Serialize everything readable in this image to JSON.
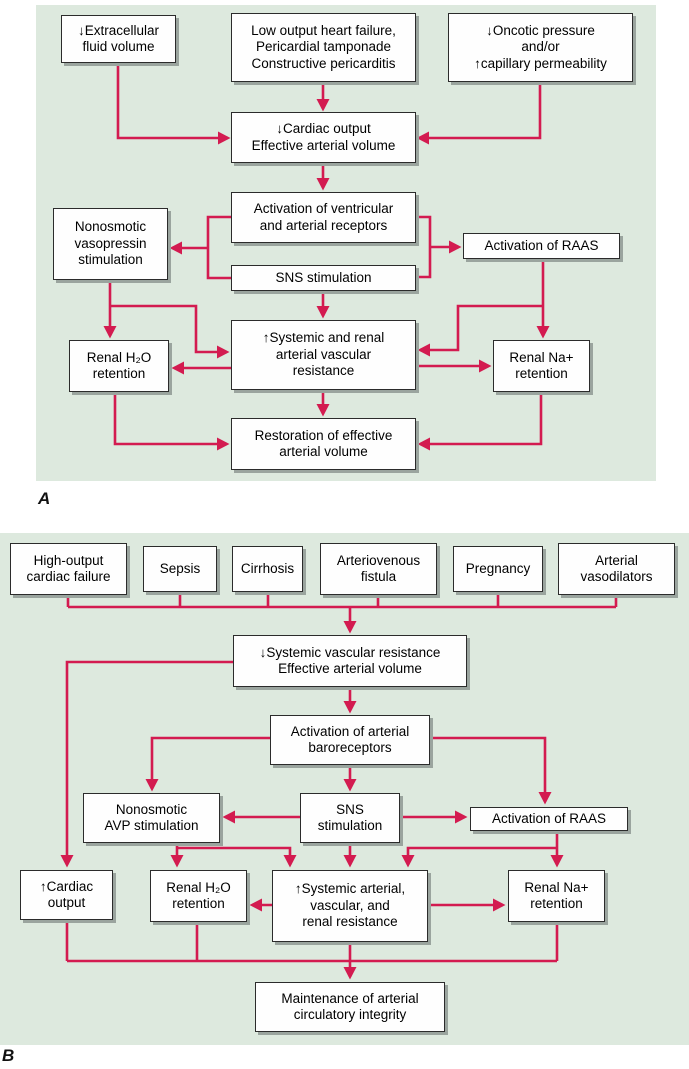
{
  "figure": {
    "type": "flowchart",
    "description": "Two-panel pathophysiology flow diagram of decreased effective arterial volume (A) and decreased systemic vascular resistance (B)"
  },
  "colors": {
    "arrow_color": "#d31b50",
    "panel_bg": "#dde9de",
    "box_border": "#2b2b2b",
    "box_bg": "#fefefe",
    "shadow": "#9aa49e",
    "text": "#000000"
  },
  "panel_a": {
    "label": "A",
    "boxes": {
      "extracellular": "↓Extracellular\nfluid volume",
      "low_output": "Low output heart failure,\nPericardial tamponade\nConstructive pericarditis",
      "oncotic": "↓Oncotic pressure\nand/or\n↑capillary permeability",
      "cardiac_output": "↓Cardiac output\nEffective arterial volume",
      "receptors": "Activation of ventricular\nand arterial receptors",
      "vasopressin": "Nonosmotic\nvasopressin\nstimulation",
      "sns": "SNS stimulation",
      "raas": "Activation of RAAS",
      "systemic": "↑Systemic and renal\narterial vascular\nresistance",
      "renal_h2o": "Renal H₂O\nretention",
      "renal_na": "Renal Na+\nretention",
      "restoration": "Restoration of effective\narterial volume"
    }
  },
  "panel_b": {
    "label": "B",
    "boxes": {
      "high_output": "High-output\ncardiac failure",
      "sepsis": "Sepsis",
      "cirrhosis": "Cirrhosis",
      "av_fistula": "Arteriovenous\nfistula",
      "pregnancy": "Pregnancy",
      "vasodilators": "Arterial\nvasodilators",
      "systemic_vr": "↓Systemic vascular resistance\nEffective arterial volume",
      "baroreceptors": "Activation of arterial\nbaroreceptors",
      "avp": "Nonosmotic\nAVP stimulation",
      "sns": "SNS\nstimulation",
      "raas": "Activation of RAAS",
      "cardiac": "↑Cardiac\noutput",
      "renal_h2o": "Renal H₂O\nretention",
      "systemic_art": "↑Systemic arterial,\nvascular, and\nrenal resistance",
      "renal_na": "Renal Na+\nretention",
      "maintenance": "Maintenance of arterial\ncirculatory integrity"
    }
  }
}
